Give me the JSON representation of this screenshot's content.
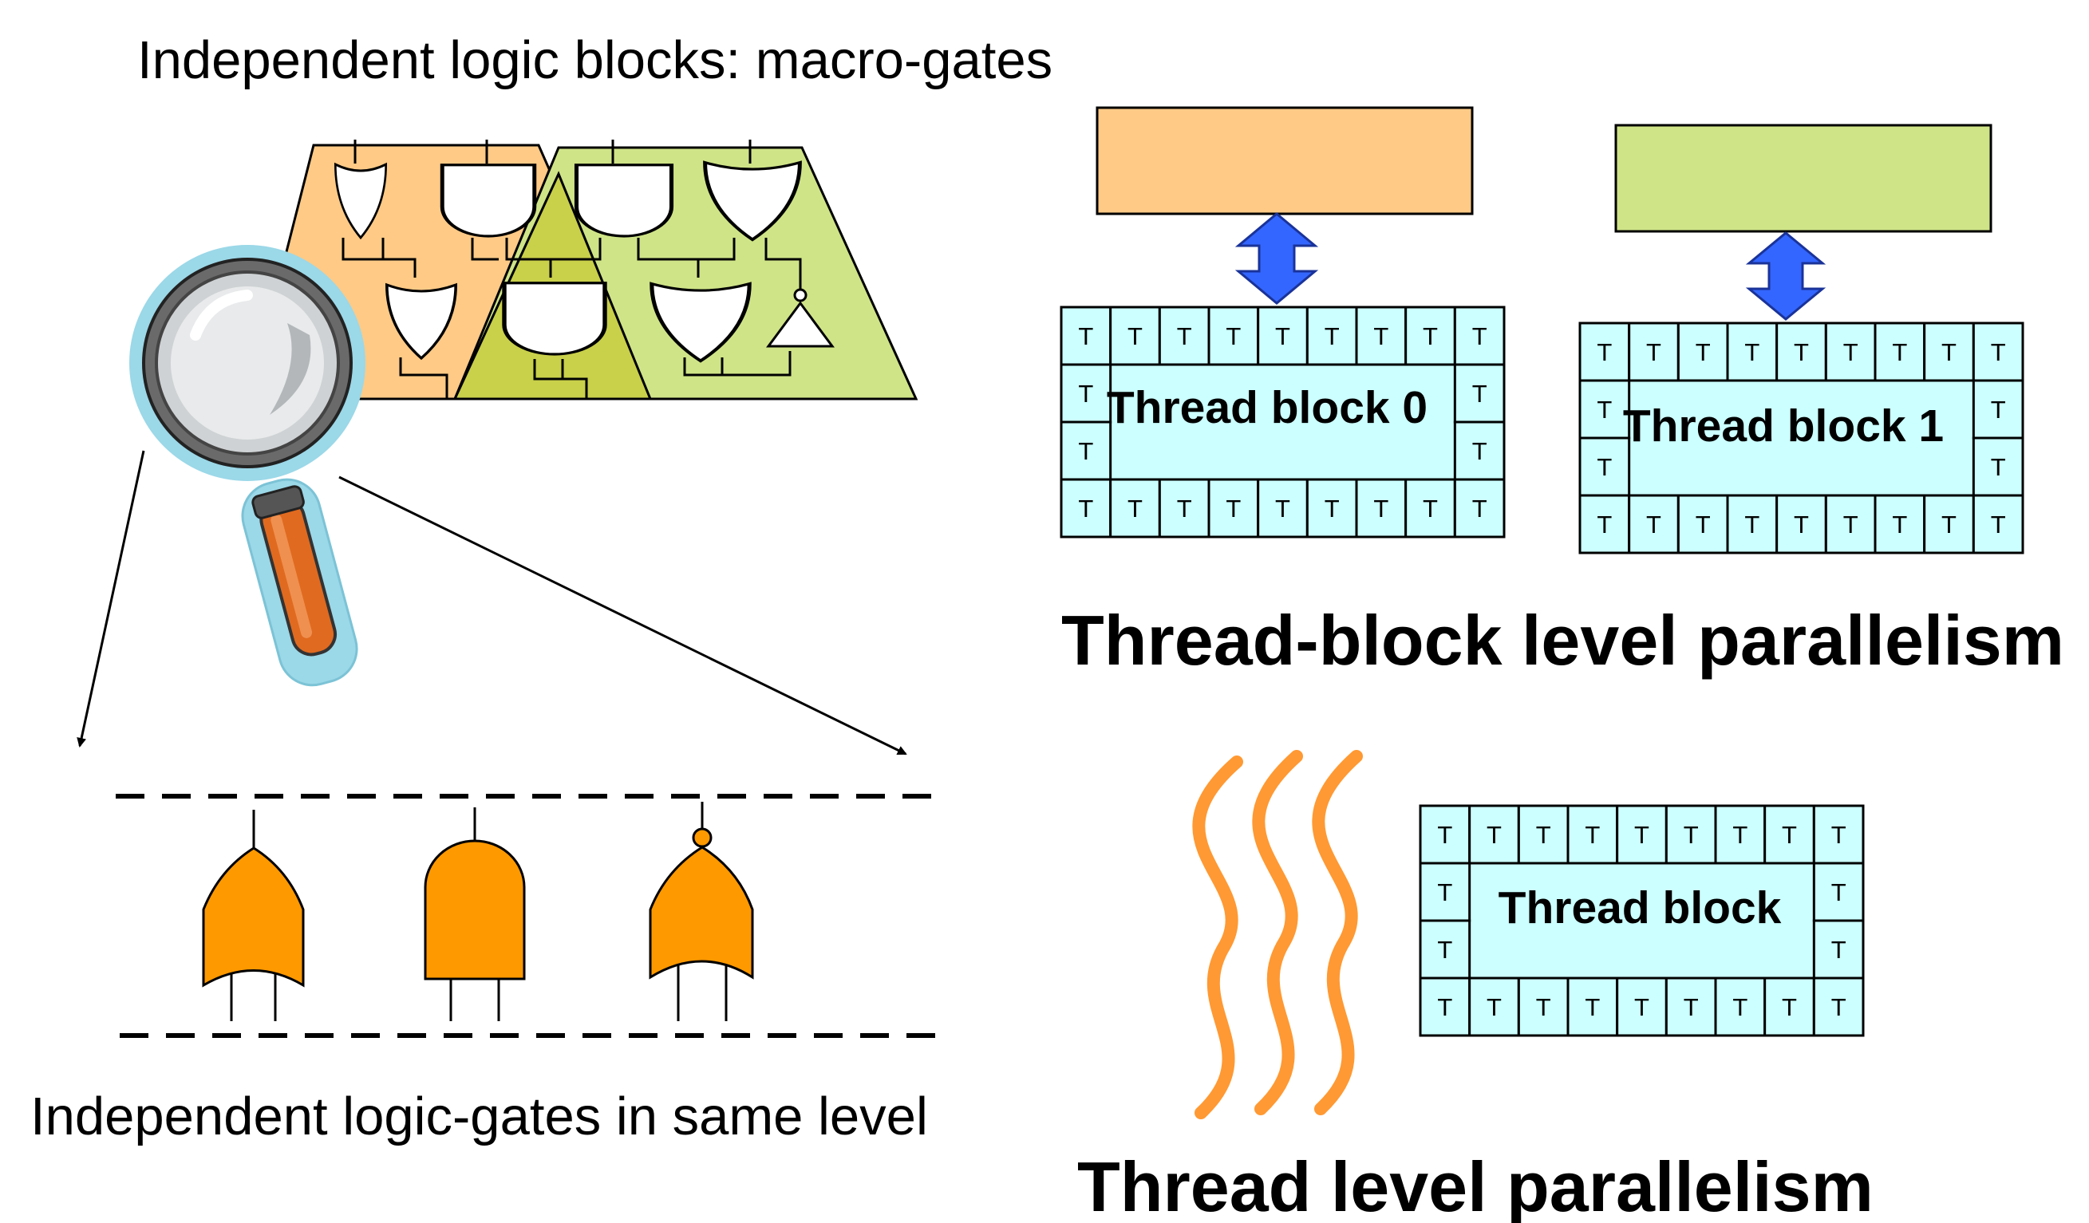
{
  "labels": {
    "macro_gates": "Independent logic blocks: macro-gates",
    "same_level": "Independent logic-gates in same level",
    "block_level": "Thread-block level parallelism",
    "thread_level": "Thread level parallelism"
  },
  "thread_blocks": [
    {
      "label": "Thread block 0",
      "memory_color": "#FECA86"
    },
    {
      "label": "Thread block 1",
      "memory_color": "#CFE487"
    },
    {
      "label": "Thread block"
    }
  ],
  "thread_label": "T",
  "icons": {
    "magnifier": "magnifier-icon",
    "threads": "wavy-threads-icon",
    "gates": [
      "or-gate-icon",
      "and-gate-icon",
      "nor-gate-icon"
    ]
  },
  "colors": {
    "orange_region": "#FECA86",
    "green_region": "#CFE487",
    "overlap_region": "#C8CD40",
    "gate_orange": "#FF9900",
    "thread_cell": "#CCFFFF",
    "arrow_blue": "#3366FF",
    "wave_orange": "#FF9933"
  }
}
